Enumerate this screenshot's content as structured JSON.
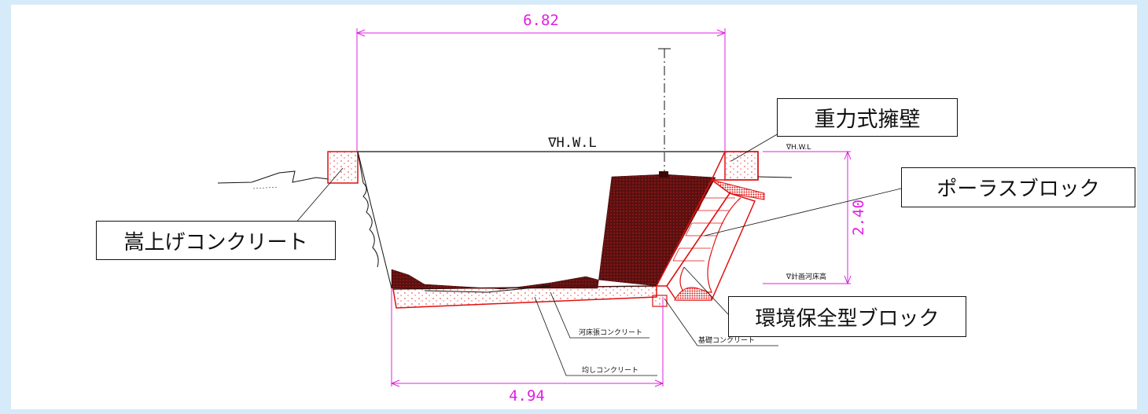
{
  "dimensions": {
    "top_width": "6.82",
    "bottom_width": "4.94",
    "height": "2.40"
  },
  "water_level": {
    "main": "∇H.W.L",
    "side": "∇H.W.L"
  },
  "planned_bed_label": "∇計画河床高",
  "callouts": {
    "gravity_wall": "重力式擁壁",
    "porous_block": "ポーラスブロック",
    "raised_concrete": "嵩上げコンクリート",
    "eco_block": "環境保全型ブロック"
  },
  "small_labels": {
    "riverbed_concrete": "河床張コンクリート",
    "foundation_concrete": "基礎コンクリート",
    "leveling_concrete": "均しコンクリート"
  },
  "colors": {
    "dimension": "#e020e0",
    "structure": "#e01010",
    "fill_dark": "#5a1010",
    "frame": "#d6ebf9"
  }
}
